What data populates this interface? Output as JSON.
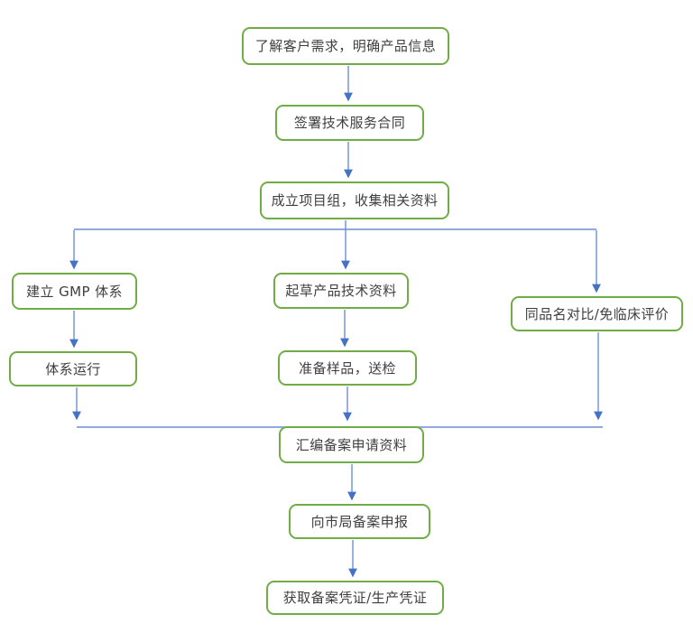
{
  "diagram": {
    "type": "flowchart",
    "direction": "top-down",
    "nodes": [
      {
        "id": "n1",
        "label": "了解客户需求，明确产品信息"
      },
      {
        "id": "n2",
        "label": "签署技术服务合同"
      },
      {
        "id": "n3",
        "label": "成立项目组，收集相关资料"
      },
      {
        "id": "n4",
        "label": "建立 GMP 体系"
      },
      {
        "id": "n5",
        "label": "体系运行"
      },
      {
        "id": "n6",
        "label": "起草产品技术资料"
      },
      {
        "id": "n7",
        "label": "准备样品，送检"
      },
      {
        "id": "n8",
        "label": "同品名对比/免临床评价"
      },
      {
        "id": "n9",
        "label": "汇编备案申请资料"
      },
      {
        "id": "n10",
        "label": "向市局备案申报"
      },
      {
        "id": "n11",
        "label": "获取备案凭证/生产凭证"
      }
    ],
    "edges": [
      {
        "from": "n1",
        "to": "n2"
      },
      {
        "from": "n2",
        "to": "n3"
      },
      {
        "from": "n3",
        "to": "n4"
      },
      {
        "from": "n3",
        "to": "n6"
      },
      {
        "from": "n3",
        "to": "n8"
      },
      {
        "from": "n4",
        "to": "n5"
      },
      {
        "from": "n6",
        "to": "n7"
      },
      {
        "from": "n5",
        "to": "n9"
      },
      {
        "from": "n7",
        "to": "n9"
      },
      {
        "from": "n8",
        "to": "n9"
      },
      {
        "from": "n9",
        "to": "n10"
      },
      {
        "from": "n10",
        "to": "n11"
      }
    ],
    "colors": {
      "node_border": "#70AD47",
      "node_fill": "#FFFFFF",
      "node_text": "#3F3F3F",
      "connector": "#6B8ED6",
      "arrowhead": "#4472C4",
      "background": "#FFFFFF"
    }
  }
}
